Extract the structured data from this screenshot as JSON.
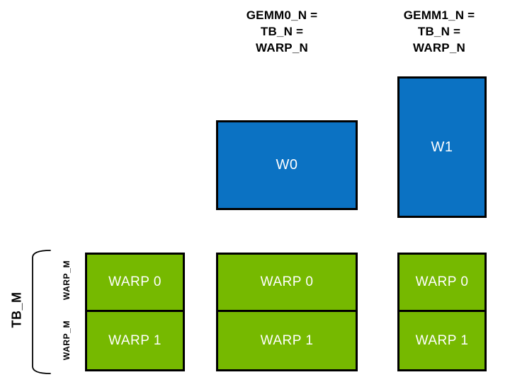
{
  "diagram": {
    "description": "GEMM warp tiling diagram",
    "colors": {
      "tile_blue": "#0b72c3",
      "tile_green": "#76b900",
      "outline": "#000000",
      "header_text": "#000000",
      "tile_text": "#ffffff"
    },
    "column_headers": [
      {
        "text": "GEMM0_N =\nTB_N =\nWARP_N"
      },
      {
        "text": "GEMM1_N =\nTB_N =\nWARP_N"
      }
    ],
    "accumulator_tiles": [
      {
        "label": "W0"
      },
      {
        "label": "W1"
      }
    ],
    "warp_tile_grid": {
      "columns": [
        {
          "rows": [
            {
              "label": "WARP 0"
            },
            {
              "label": "WARP 1"
            }
          ]
        },
        {
          "rows": [
            {
              "label": "WARP 0"
            },
            {
              "label": "WARP 1"
            }
          ]
        },
        {
          "rows": [
            {
              "label": "WARP 0"
            },
            {
              "label": "WARP 1"
            }
          ]
        }
      ]
    },
    "side_annotations": {
      "tb_m_label": "TB_M",
      "warp_m_labels": [
        "WARP_M",
        "WARP_M"
      ]
    }
  }
}
